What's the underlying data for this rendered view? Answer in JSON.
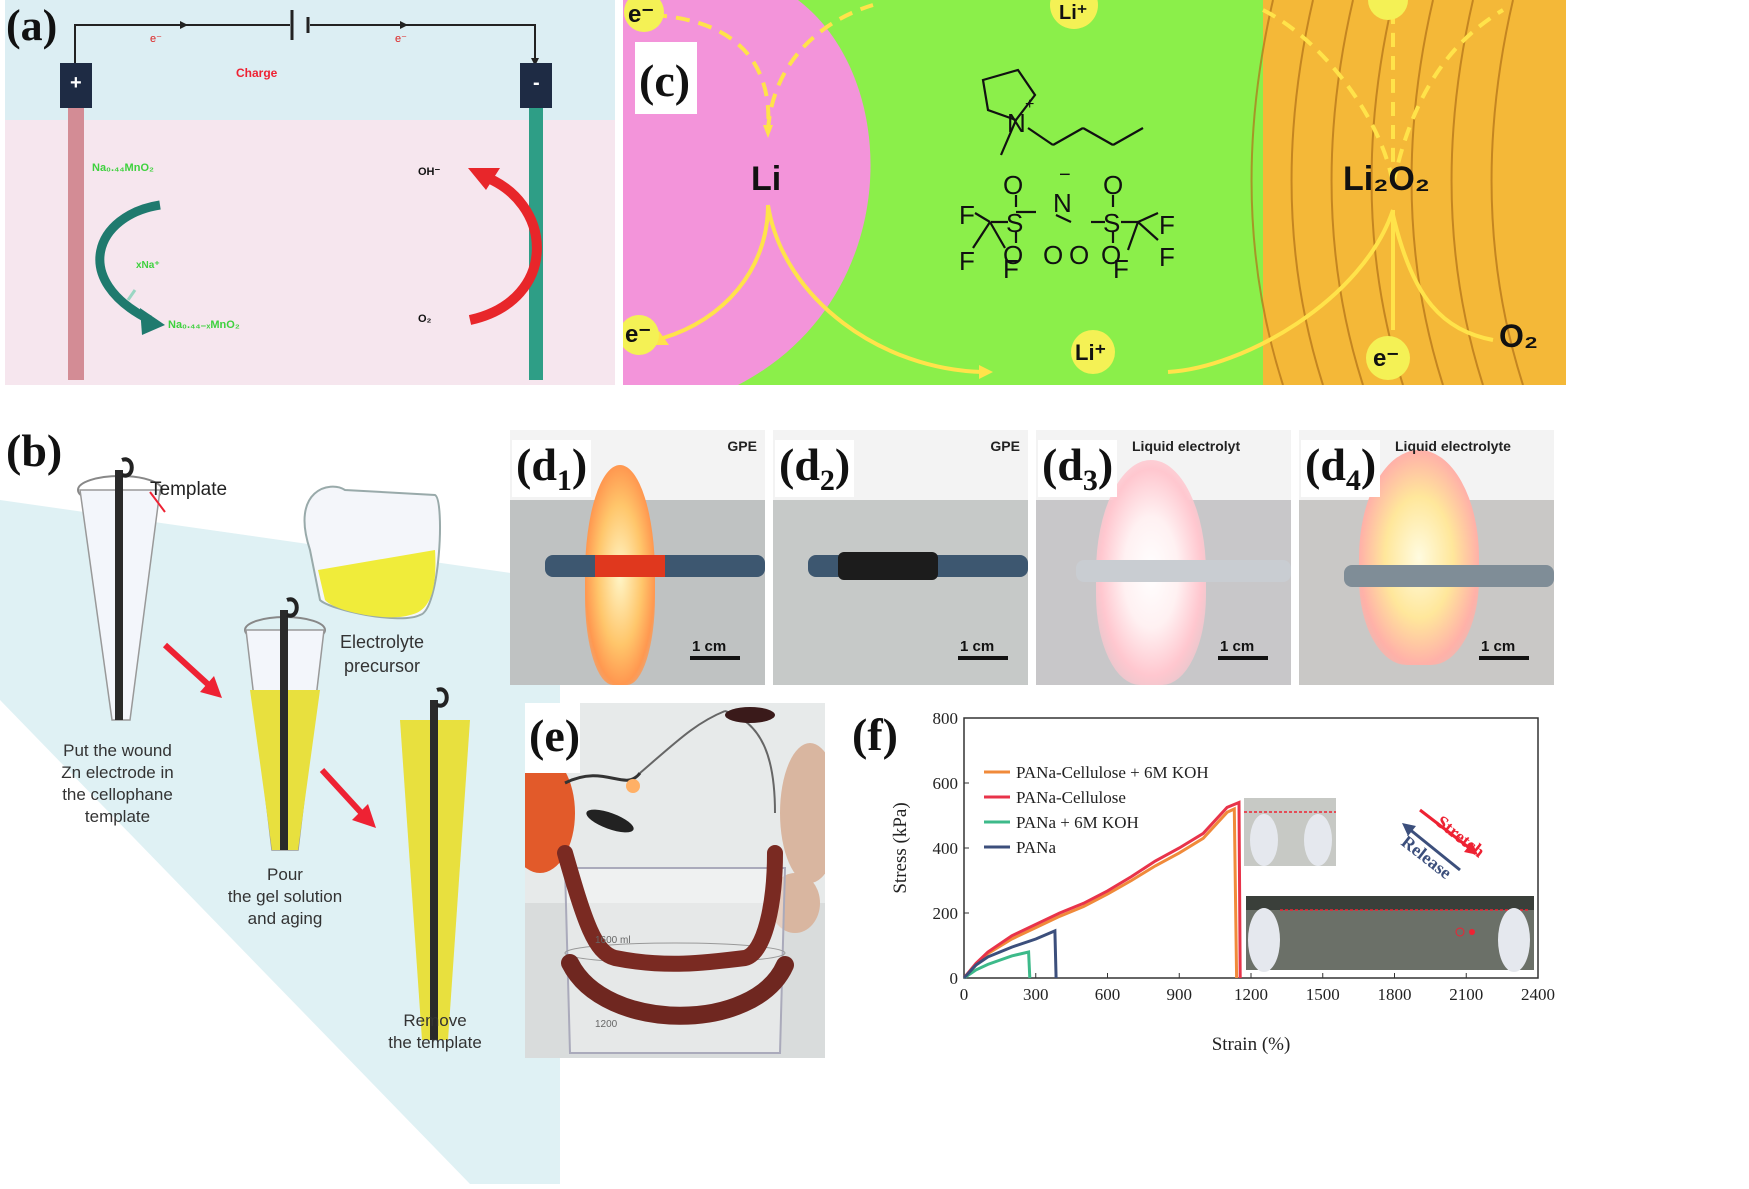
{
  "panel_a": {
    "label": "(a)",
    "electron": "e⁻",
    "charge": "Charge",
    "anode": "+",
    "cathode": "-",
    "na_top": "Na₀.₄₄MnO₂",
    "xna": "xNa⁺",
    "na_bottom": "Na₀.₄₄₋ₓMnO₂",
    "oh": "OH⁻",
    "o2": "O₂"
  },
  "panel_b": {
    "label": "(b)",
    "template": "Template",
    "electrolyte": [
      "Electrolyte",
      "precursor"
    ],
    "step1": [
      "Put the wound",
      "Zn electrode in",
      "the cellophane",
      "template"
    ],
    "step2": [
      "Pour",
      "the gel solution",
      "and aging"
    ],
    "step3": [
      "Remove",
      "the template"
    ]
  },
  "panel_c": {
    "label": "(c)",
    "li": "Li",
    "li2o2": "Li₂O₂",
    "o2": "O₂",
    "e_minus": "e⁻",
    "li_plus": "Li⁺",
    "atoms": {
      "n": "N",
      "s": "S",
      "o": "O",
      "f": "F",
      "plus": "+",
      "minus": "−"
    }
  },
  "panel_d": [
    {
      "label": "(d",
      "sub": "1",
      "tag": "GPE",
      "scale": "1 cm"
    },
    {
      "label": "(d",
      "sub": "2",
      "tag": "GPE",
      "scale": "1 cm"
    },
    {
      "label": "(d",
      "sub": "3",
      "tag": "Liquid electrolyt",
      "scale": "1 cm"
    },
    {
      "label": "(d",
      "sub": "4",
      "tag": "Liquid electrolyte",
      "scale": "1 cm"
    }
  ],
  "panel_e": {
    "label": "(e)",
    "beaker_marks": [
      "1600 ml",
      "1200"
    ]
  },
  "panel_f": {
    "label": "(f)",
    "stretch": "Stretch",
    "release": "Release"
  },
  "chart_data": {
    "type": "line",
    "xlabel": "Strain (%)",
    "ylabel": "Stress (kPa)",
    "xlim": [
      0,
      2400
    ],
    "ylim": [
      0,
      800
    ],
    "xticks": [
      0,
      300,
      600,
      900,
      1200,
      1500,
      1800,
      2100,
      2400
    ],
    "yticks": [
      0,
      200,
      400,
      600,
      800
    ],
    "legend_position": "top-left",
    "series": [
      {
        "name": "PANa-Cellulose + 6M KOH",
        "color": "#f08a3a",
        "points": [
          [
            0,
            0
          ],
          [
            50,
            40
          ],
          [
            100,
            75
          ],
          [
            200,
            120
          ],
          [
            300,
            155
          ],
          [
            400,
            190
          ],
          [
            500,
            220
          ],
          [
            600,
            258
          ],
          [
            700,
            300
          ],
          [
            800,
            345
          ],
          [
            900,
            385
          ],
          [
            1000,
            430
          ],
          [
            1100,
            510
          ],
          [
            1130,
            520
          ],
          [
            1140,
            0
          ]
        ]
      },
      {
        "name": "PANa-Cellulose",
        "color": "#e8334a",
        "points": [
          [
            0,
            0
          ],
          [
            50,
            45
          ],
          [
            100,
            80
          ],
          [
            200,
            130
          ],
          [
            300,
            165
          ],
          [
            400,
            200
          ],
          [
            500,
            230
          ],
          [
            600,
            268
          ],
          [
            700,
            312
          ],
          [
            800,
            360
          ],
          [
            900,
            400
          ],
          [
            1000,
            445
          ],
          [
            1100,
            525
          ],
          [
            1150,
            540
          ],
          [
            1155,
            0
          ]
        ]
      },
      {
        "name": "PANa + 6M KOH",
        "color": "#3dba8a",
        "points": [
          [
            0,
            0
          ],
          [
            50,
            25
          ],
          [
            100,
            42
          ],
          [
            150,
            55
          ],
          [
            200,
            68
          ],
          [
            270,
            80
          ],
          [
            275,
            0
          ]
        ]
      },
      {
        "name": "PANa",
        "color": "#3c4f7c",
        "points": [
          [
            0,
            0
          ],
          [
            50,
            40
          ],
          [
            100,
            65
          ],
          [
            150,
            80
          ],
          [
            200,
            95
          ],
          [
            300,
            120
          ],
          [
            380,
            145
          ],
          [
            385,
            0
          ]
        ]
      }
    ]
  }
}
